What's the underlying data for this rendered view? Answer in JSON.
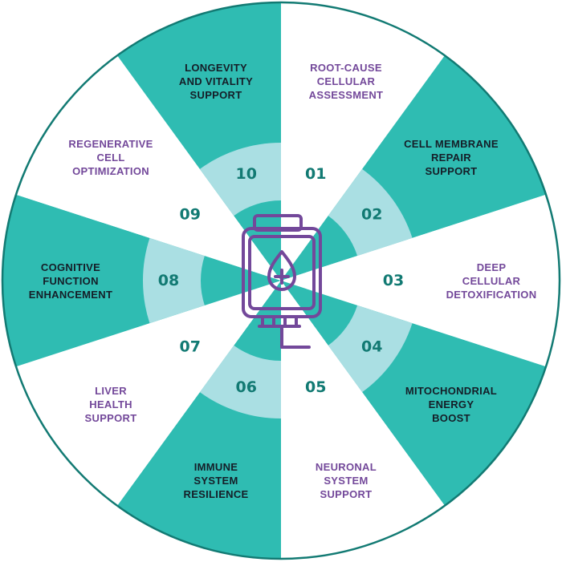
{
  "colors": {
    "teal": "#2fbcb2",
    "light_teal": "#aadfe3",
    "number_text": "#127a73",
    "dark_text": "#151e28",
    "purple": "#73489a",
    "outline": "#127a73",
    "background": "#ffffff"
  },
  "center_icon": "iv-drip-bag-icon",
  "segments": [
    {
      "number": "01",
      "lines": [
        "ROOT-CAUSE",
        "CELLULAR",
        "ASSESSMENT"
      ],
      "style": "white"
    },
    {
      "number": "02",
      "lines": [
        "CELL MEMBRANE",
        "REPAIR",
        "SUPPORT"
      ],
      "style": "teal"
    },
    {
      "number": "03",
      "lines": [
        "DEEP",
        "CELLULAR",
        "DETOXIFICATION"
      ],
      "style": "white"
    },
    {
      "number": "04",
      "lines": [
        "MITOCHONDRIAL",
        "ENERGY",
        "BOOST"
      ],
      "style": "teal"
    },
    {
      "number": "05",
      "lines": [
        "NEURONAL",
        "SYSTEM",
        "SUPPORT"
      ],
      "style": "white"
    },
    {
      "number": "06",
      "lines": [
        "IMMUNE",
        "SYSTEM",
        "RESILIENCE"
      ],
      "style": "teal"
    },
    {
      "number": "07",
      "lines": [
        "LIVER",
        "HEALTH",
        "SUPPORT"
      ],
      "style": "white"
    },
    {
      "number": "08",
      "lines": [
        "COGNITIVE",
        "FUNCTION",
        "ENHANCEMENT"
      ],
      "style": "teal"
    },
    {
      "number": "09",
      "lines": [
        "REGENERATIVE",
        "CELL",
        "OPTIMIZATION"
      ],
      "style": "white"
    },
    {
      "number": "10",
      "lines": [
        "LONGEVITY",
        "AND VITALITY",
        "SUPPORT"
      ],
      "style": "teal"
    }
  ]
}
